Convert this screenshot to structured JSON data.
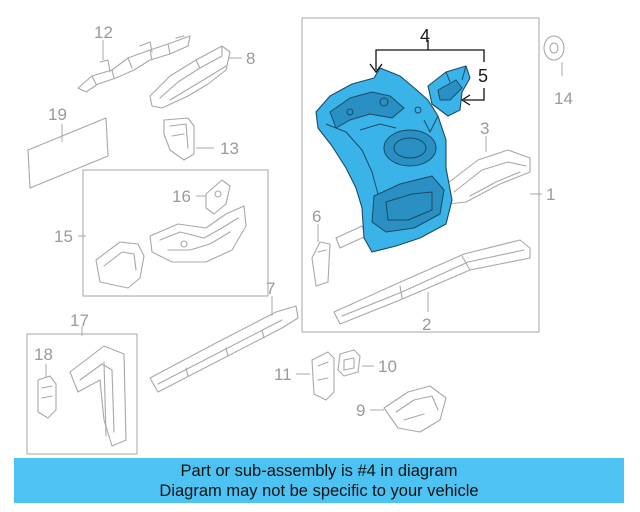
{
  "callouts": {
    "c1": "1",
    "c2": "2",
    "c3": "3",
    "c4": "4",
    "c5": "5",
    "c6": "6",
    "c7": "7",
    "c8": "8",
    "c9": "9",
    "c10": "10",
    "c11": "11",
    "c12": "12",
    "c13": "13",
    "c14": "14",
    "c15": "15",
    "c16": "16",
    "c17": "17",
    "c18": "18",
    "c19": "19"
  },
  "highlight_color": "#3ab3e8",
  "banner": {
    "line1": "Part or sub-assembly is #4 in diagram",
    "line2": "Diagram may not be specific to your vehicle",
    "background": "#4cc3f2"
  }
}
